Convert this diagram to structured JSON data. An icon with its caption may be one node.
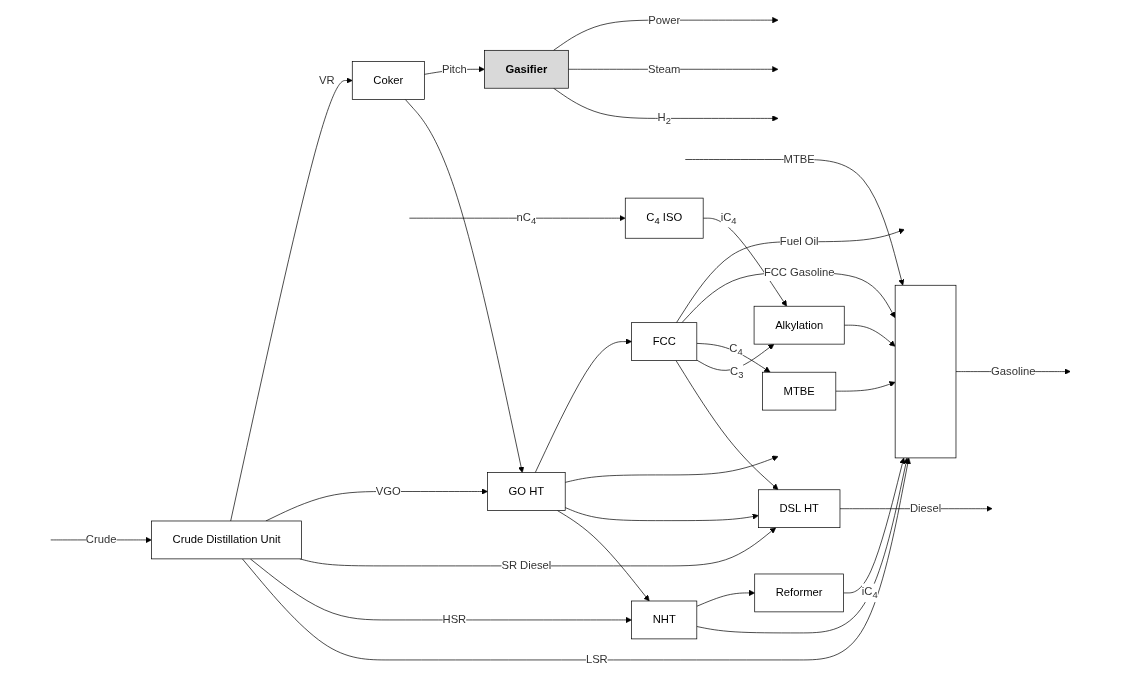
{
  "diagram": {
    "nodes": [
      {
        "text": [
          "Crude Distillation Unit"
        ]
      },
      {
        "text": [
          "NHT"
        ]
      },
      {
        "text": [
          "Reformer"
        ]
      },
      {
        "text": [
          "C$_{4}$ ISO"
        ]
      },
      {
        "text": [
          "Alkylation"
        ]
      },
      {
        "text": [],
        "shape": "box"
      },
      {
        "text": [
          "DSL HT"
        ]
      },
      {
        "text": [
          "GO HT"
        ]
      },
      {
        "text": [
          "FCC"
        ]
      },
      {
        "text": [
          "MTBE"
        ]
      },
      {
        "text": [
          "Coker"
        ]
      },
      {
        "text": [
          "Gasifier"
        ]
      }
    ],
    "edges": [
      {
        "from": null,
        "to": 0,
        "arrow": "to",
        "label": "Crude"
      },
      {
        "from": 0,
        "to": 5,
        "arrow": "to",
        "label": "LSR"
      },
      {
        "from": 0,
        "to": 1,
        "arrow": "to",
        "label": "HSR"
      },
      {
        "from": 1,
        "to": 5,
        "arrow": "to"
      },
      {
        "from": 1,
        "to": 2,
        "arrow": "to"
      },
      {
        "from": 2,
        "to": 5,
        "arrow": "to",
        "label": "iC$_{4}$"
      },
      {
        "from": null,
        "to": 3,
        "arrow": "to",
        "label": "nC$_{4}$"
      },
      {
        "from": 3,
        "to": 4,
        "arrow": "to",
        "label": "iC$_{4}$"
      },
      {
        "from": 4,
        "to": 5,
        "arrow": "to"
      },
      {
        "from": 5,
        "to": null,
        "arrow": "to",
        "label": "Gasoline"
      },
      {
        "from": 0,
        "to": 6,
        "arrow": "to",
        "label": "SR Diesel"
      },
      {
        "from": 0,
        "to": 7,
        "arrow": "to",
        "label": "VGO"
      },
      {
        "from": 7,
        "to": 1,
        "arrow": "to"
      },
      {
        "from": 7,
        "to": 6,
        "arrow": "to"
      },
      {
        "from": 6,
        "to": null,
        "arrow": "to",
        "label": "Diesel"
      },
      {
        "from": 7,
        "to": null,
        "arrow": "to"
      },
      {
        "from": 7,
        "to": 8,
        "arrow": "to"
      },
      {
        "from": 8,
        "to": 6,
        "arrow": "to"
      },
      {
        "from": 8,
        "to": 4,
        "arrow": "to",
        "label": "C$_{3}$"
      },
      {
        "from": 8,
        "to": 9,
        "arrow": "to",
        "label": "C$_{4}$"
      },
      {
        "from": 8,
        "to": 5,
        "arrow": "to",
        "label": "FCC Gasoline"
      },
      {
        "from": 9,
        "to": 5,
        "arrow": "to"
      },
      {
        "from": null,
        "to": 5,
        "arrow": "to",
        "label": "MTBE"
      },
      {
        "from": 8,
        "to": null,
        "arrow": "to",
        "label": "Fuel Oil"
      },
      {
        "from": 0,
        "to": 10,
        "arrow": "to",
        "label": "VR"
      },
      {
        "from": 10,
        "to": 7,
        "arrow": "to"
      },
      {
        "from": 10,
        "to": 11,
        "arrow": "to",
        "label": "Pitch"
      },
      {
        "from": 11,
        "to": null,
        "arrow": "to",
        "label": "H$_{2}$"
      },
      {
        "from": 11,
        "to": null,
        "arrow": "to",
        "label": "Steam"
      },
      {
        "from": 11,
        "to": null,
        "arrow": "to",
        "label": "Power"
      }
    ]
  }
}
